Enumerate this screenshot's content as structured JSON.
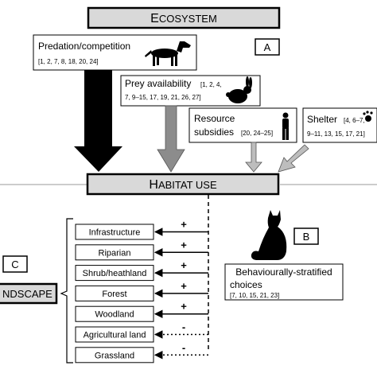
{
  "header": {
    "ecosystem": {
      "first": "E",
      "rest": "COSYSTEM"
    },
    "habitat_use": {
      "first": "H",
      "rest": "ABITAT USE"
    }
  },
  "panels": {
    "a": "A",
    "b": "B",
    "c": "C"
  },
  "drivers": {
    "predation": {
      "title": "Predation/competition",
      "refs": "[1, 2, 7, 8, 18, 20, 24]"
    },
    "prey": {
      "title": "Prey availability",
      "refs_line1": "[1, 2, 4,",
      "refs_line2": "7, 9–15, 17, 19, 21, 26, 27]"
    },
    "resource": {
      "title_line1": "Resource",
      "title_line2": "subsidies",
      "refs": "[20, 24–25]"
    },
    "shelter": {
      "title": "Shelter",
      "refs_line1": "[4, 6–7,",
      "refs_line2": "9–11, 13, 15, 17, 21]"
    }
  },
  "landscape": {
    "label": "NDSCAPE"
  },
  "habitats": [
    {
      "name": "Infrastructure",
      "sign": "+",
      "style": "solid"
    },
    {
      "name": "Riparian",
      "sign": "+",
      "style": "solid"
    },
    {
      "name": "Shrub/heathland",
      "sign": "+",
      "style": "solid"
    },
    {
      "name": "Forest",
      "sign": "+",
      "style": "solid"
    },
    {
      "name": "Woodland",
      "sign": "+",
      "style": "solid"
    },
    {
      "name": "Agricultural land",
      "sign": "-",
      "style": "dotted"
    },
    {
      "name": "Grassland",
      "sign": "-",
      "style": "dotted"
    }
  ],
  "choices": {
    "line1": "Behaviourally-stratified",
    "line2": "choices",
    "refs": "[7, 10, 15, 21, 23]"
  },
  "icons": [
    "dog-silhouette-icon",
    "rabbit-silhouette-icon",
    "person-silhouette-icon",
    "paw-icon",
    "cat-silhouette-icon"
  ],
  "colors": {
    "header_fill": "#d9d9d9",
    "gray_arrow": "#8c8c8c",
    "light_arrow": "#bdbdbd",
    "black": "#000000"
  }
}
